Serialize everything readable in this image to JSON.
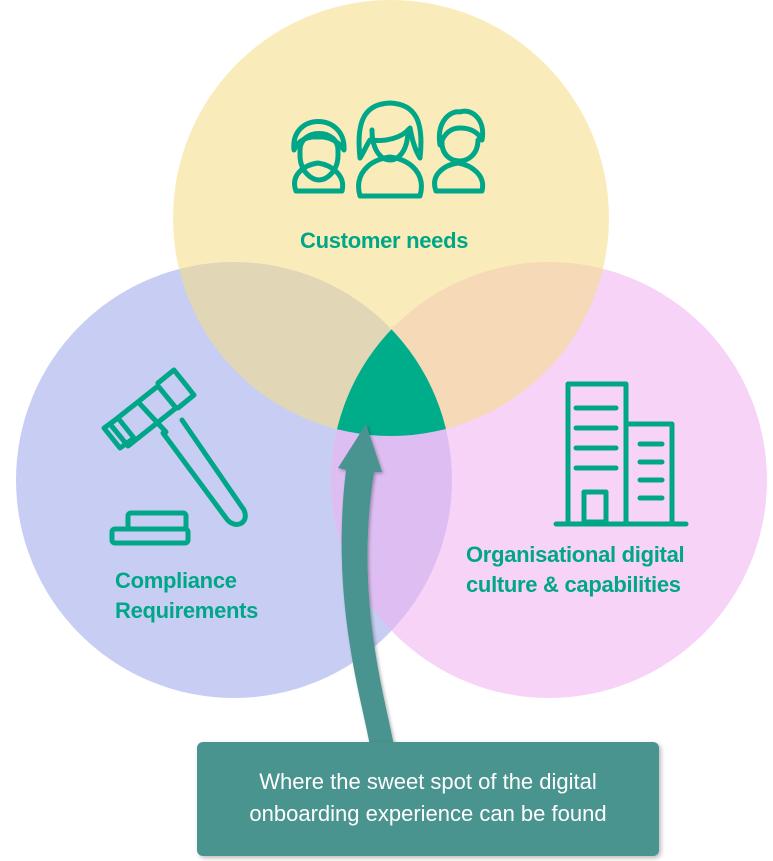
{
  "diagram": {
    "circles": [
      {
        "id": "customer",
        "label": "Customer needs",
        "icon": "people-icon",
        "color": "#f8e6a4"
      },
      {
        "id": "compliance",
        "label_lines": [
          "Compliance",
          "Requirements"
        ],
        "icon": "gavel-icon",
        "color": "#c5ccf2"
      },
      {
        "id": "organisation",
        "label_lines": [
          "Organisational digital",
          "culture & capabilities"
        ],
        "icon": "office-buildings-icon",
        "color": "#f6d0f6"
      }
    ],
    "sweet_spot_color": "#00ad8a",
    "accent_color": "#00a688",
    "callout": {
      "lines": [
        "Where the sweet spot of the digital",
        "onboarding experience can be found"
      ],
      "background": "#4a9490"
    }
  }
}
